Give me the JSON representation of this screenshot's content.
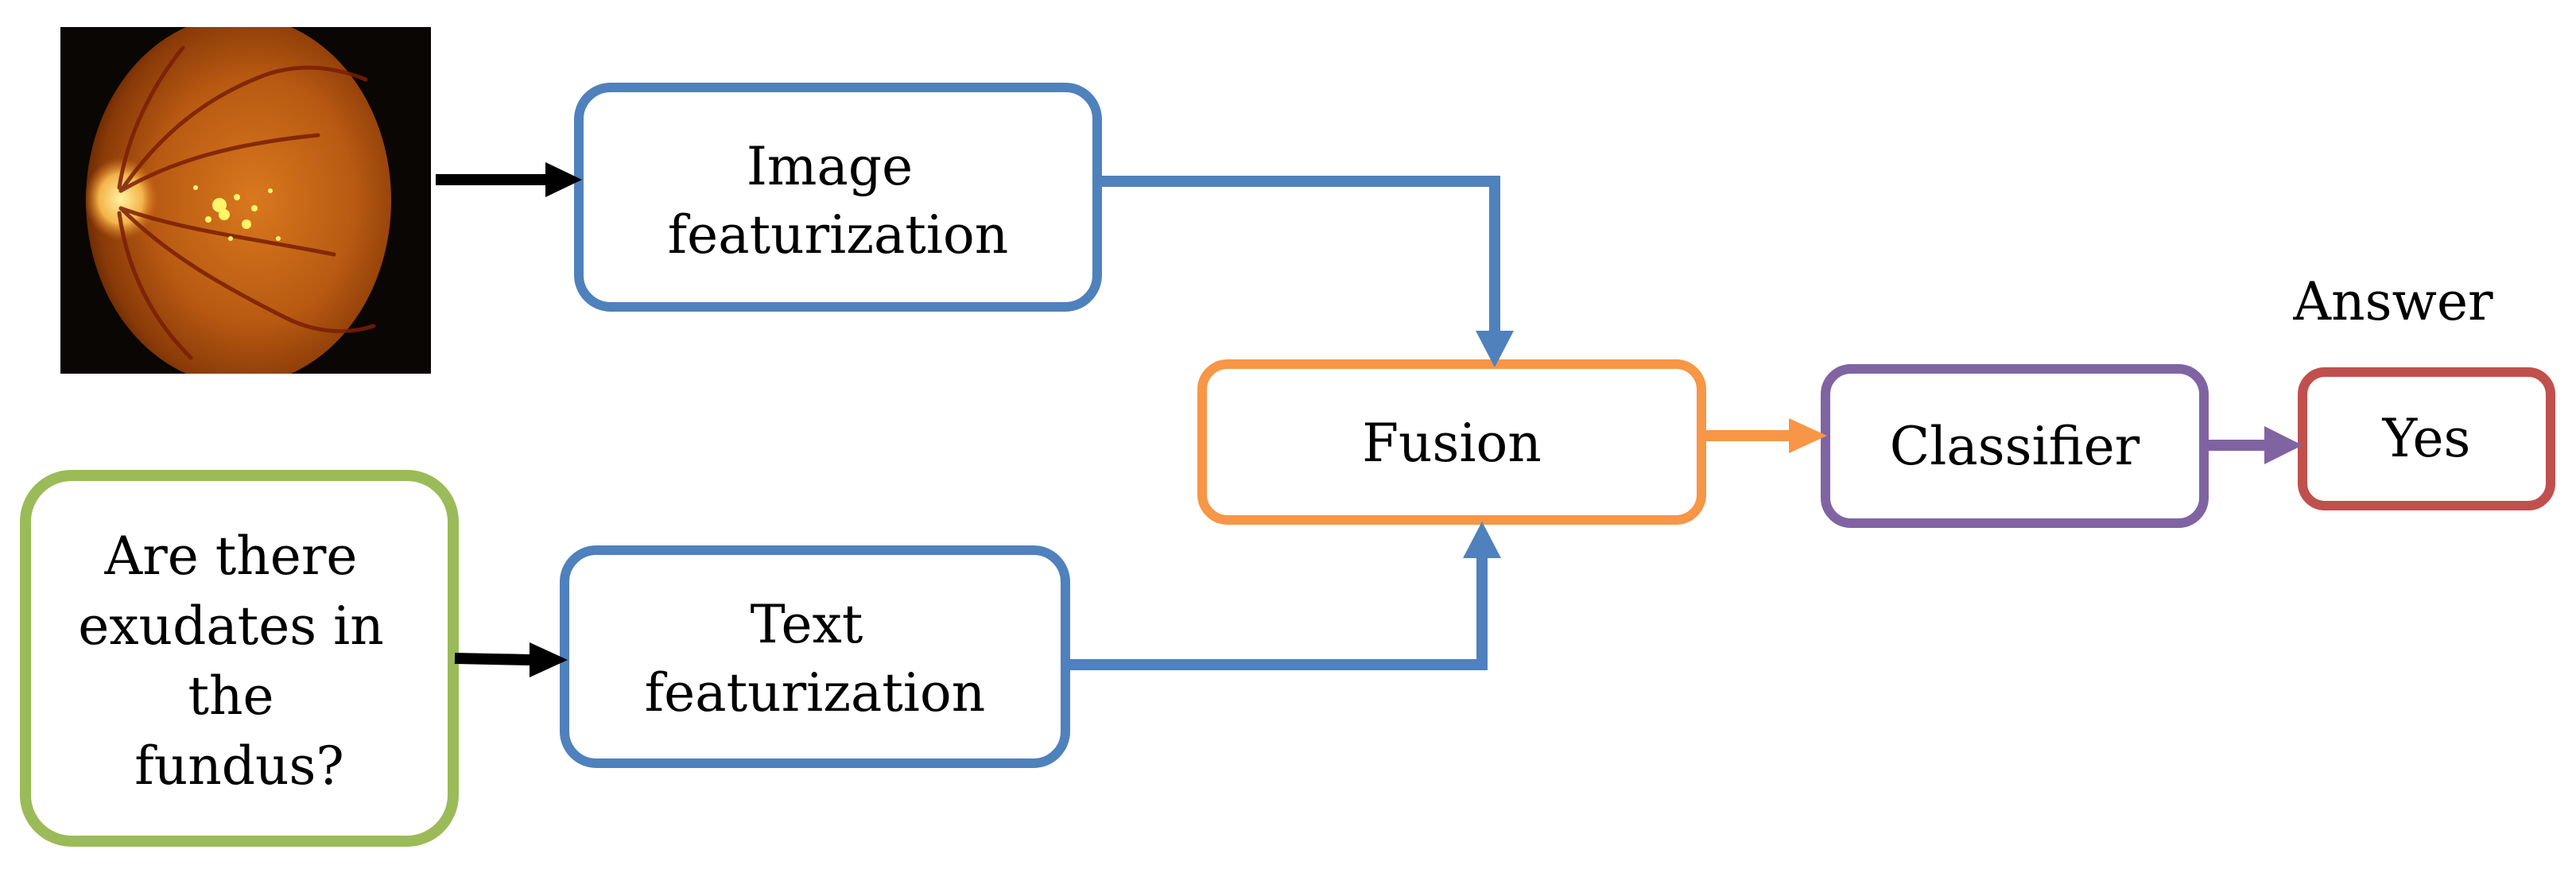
{
  "colors": {
    "image_branch": "#4f81bd",
    "question_box": "#9bbb59",
    "fusion_box": "#f79646",
    "classifier_box": "#8064a2",
    "answer_box": "#c0504d",
    "input_arrow": "#000000"
  },
  "fundus_image": {
    "icon": "retina-fundus-photo-icon"
  },
  "question": {
    "lines": [
      "Are there",
      "exudates in",
      "the",
      "fundus?"
    ]
  },
  "image_featurization": {
    "lines": [
      "Image",
      "featurization"
    ]
  },
  "text_featurization": {
    "lines": [
      "Text",
      "featurization"
    ]
  },
  "fusion": {
    "label": "Fusion"
  },
  "classifier": {
    "label": "Classifier"
  },
  "answer": {
    "heading": "Answer",
    "value": "Yes"
  }
}
